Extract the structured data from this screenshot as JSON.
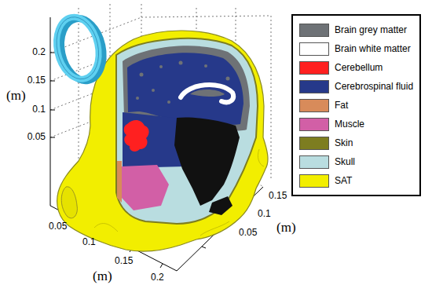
{
  "diagram": {
    "labels": [
      "0.2",
      "0.15",
      "0.1",
      "0.05",
      "(m)",
      "0.05",
      "0.1",
      "0.15",
      "0.2",
      "(m)",
      "0.15",
      "0.1",
      "0.05",
      "(m)"
    ],
    "legend": [
      {
        "text": "Brain grey matter",
        "color": "#6e7276"
      },
      {
        "text": "Brain white matter",
        "color": "#ffffff"
      },
      {
        "text": "Cerebellum",
        "color": "#ff2020"
      },
      {
        "text": "Cerebrospinal fluid",
        "color": "#26398a"
      },
      {
        "text": "Fat",
        "color": "#d88b5a"
      },
      {
        "text": "Muscle",
        "color": "#d25fa6"
      },
      {
        "text": "Skin",
        "color": "#7d7d20"
      },
      {
        "text": "Skull",
        "color": "#b9dde0"
      },
      {
        "text": "SAT",
        "color": "#f2ee00"
      }
    ]
  }
}
